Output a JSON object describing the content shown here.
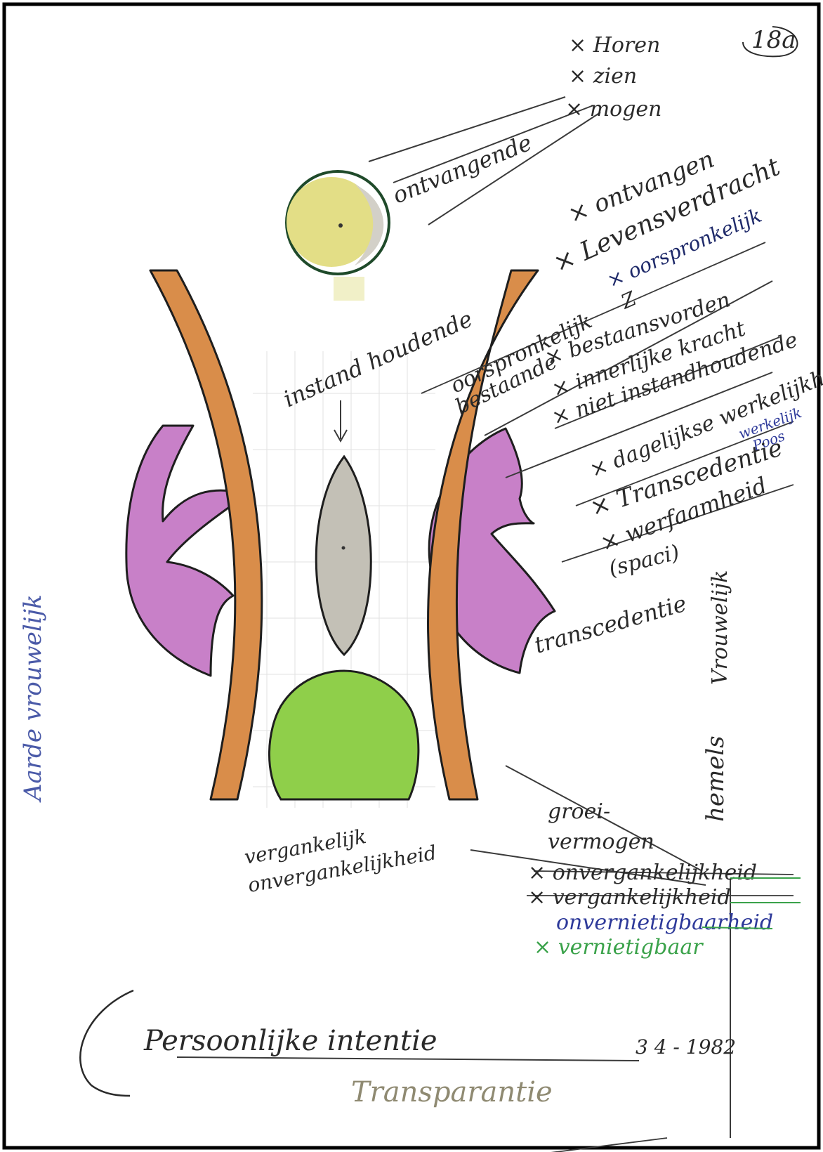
{
  "page_number": "18a",
  "top_list": [
    "Horen",
    "zien",
    "mogen"
  ],
  "moon_label": "ontvangende",
  "upper_list": {
    "a": "ontvangen",
    "b": "Levensverdracht",
    "c": "oorspronkelijk",
    "d": "Z"
  },
  "middle_left": [
    "oorspronkelijk",
    "bestaande"
  ],
  "middle_list": [
    "bestaansvorden",
    "innerlijke kracht",
    "niet instandhoudende"
  ],
  "instand_label": "instand houdende",
  "lower_list": {
    "a": "dagelijkse werkelijkheid",
    "b": "Transcedentie",
    "c": "werfaamheid",
    "d": "(spaci)",
    "note1": "werkelijk",
    "note2": "Poos"
  },
  "transcendence_label": "transcedentie",
  "right_vertical_1": "Vrouwelijk",
  "right_vertical_2": "hemels",
  "left_vertical": "Aarde vrouwelijk",
  "bottom_left": [
    "vergankelijk",
    "onvergankelijkheid"
  ],
  "bottom_right": {
    "a": "groei-",
    "b": "vermogen",
    "c": "onvergankelijkheid",
    "d": "vergankelijkheid",
    "e": "onvernietigbaarheid",
    "f": "vernietigbaar"
  },
  "footer": {
    "title": "Persoonlijke intentie",
    "subtitle": "Transparantie",
    "date": "3 4 - 1982"
  },
  "colors": {
    "orange": "#d98d4a",
    "violet": "#c880c8",
    "grey": "#c3c0b6",
    "green": "#8fcf4a",
    "yellow": "#e3de86",
    "ink": "#2a2a2a",
    "blue_ink": "#2e3a9a",
    "green_ink": "#3aa24a"
  }
}
